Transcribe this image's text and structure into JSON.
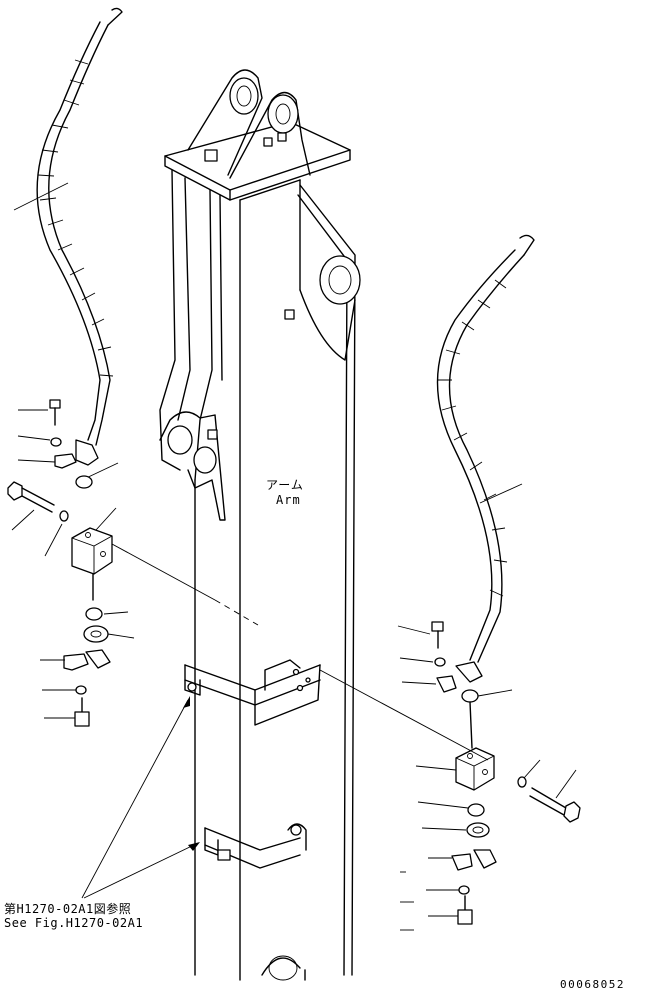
{
  "labels": {
    "arm_jp": "アーム",
    "arm_en": "Arm",
    "reference_jp": "第H1270-02A1図参照",
    "reference_en": "See Fig.H1270-02A1",
    "drawing_number": "00068052"
  }
}
